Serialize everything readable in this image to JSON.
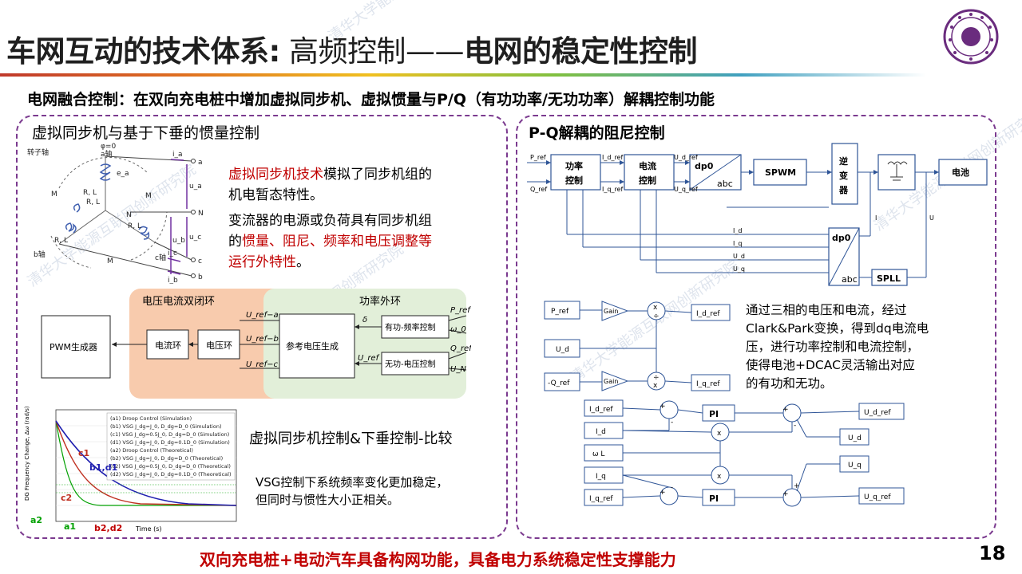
{
  "header": {
    "title_bold_1": "车网互动的技术体系:",
    "title_thin": " 高频控制——",
    "title_bold_2": "电网的稳定性控制",
    "subtitle": "电网融合控制：在双向充电桩中增加虚拟同步机、虚拟惯量与P/Q（有功功率/无功功率）解耦控制功能"
  },
  "left_panel": {
    "title": "虚拟同步机与基于下垂的惯量控制",
    "text1_red": "虚拟同步机技术",
    "text1_rest": "模拟了同步机组的",
    "text1_line2": "机电暂态特性。",
    "text2_line1": "变流器的电源或负荷具有同步机组",
    "text2_prefix": "的",
    "text2_red_line2": "惯量、阻尼、频率和电压调整等",
    "text2_red_line3": "运行外特性",
    "text2_end": "。",
    "compare_title": "虚拟同步机控制&下垂控制-比较",
    "vsg_note_1": "VSG控制下系统频率变化更加稳定，",
    "vsg_note_2": "但同时与惯性大小正相关。",
    "machine": {
      "phi": "φ=0",
      "a_axis": "a轴",
      "rotor_axis": "转子轴",
      "b_axis": "b轴",
      "c_axis": "c轴",
      "M": "M",
      "RL": "R, L",
      "N": "N",
      "ea": "e_a",
      "ia": "i_a",
      "ib": "i_b",
      "ic": "i_c",
      "ua": "u_a",
      "ub": "u_b",
      "uc": "u_c",
      "node_a": "a",
      "node_N": "N",
      "node_c": "c",
      "node_b": "b"
    },
    "block": {
      "group_left": "电压电流双闭环",
      "group_right": "功率外环",
      "pwm": "PWM生成器",
      "current_loop": "电流环",
      "voltage_loop": "电压环",
      "ref_voltage": "参考电压生成",
      "pf_ctrl": "有功-频率控制",
      "qv_ctrl": "无功-电压控制",
      "uref_a": "U_ref−a",
      "uref_b": "U_ref−b",
      "uref_c": "U_ref−c",
      "delta": "δ",
      "uref": "U_ref",
      "pref": "P_ref",
      "omega0": "ω_0",
      "qref": "Q_ref",
      "un": "U_N"
    },
    "chart_labels": {
      "c1": "c1",
      "b1d1": "b1,d1",
      "c2": "c2",
      "a1": "a1",
      "a2": "a2",
      "b2d2": "b2,d2",
      "ylabel": "DG Frequency Change, Δω (rad/s)",
      "xlabel": "Time (s)",
      "legend": [
        "(a1) Droop Control (Simulation)",
        "(b1) VSG J_dg=J_0, D_dg=D_0 (Simulation)",
        "(c1) VSG J_dg=0.5J_0, D_dg=D_0 (Simulation)",
        "(d1) VSG J_dg=J_0, D_dg=0.1D_0 (Simulation)",
        "(a2) Droop Control (Theoretical)",
        "(b2) VSG J_dg=J_0, D_dg=D_0 (Theoretical)",
        "(c2) VSG J_dg=0.5J_0, D_dg=D_0 (Theoretical)",
        "(d2) VSG J_dg=J_0, D_dg=0.1D_0 (Theoretical)"
      ]
    }
  },
  "right_panel": {
    "title": "P-Q解耦的阻尼控制",
    "desc_1": "通过三相的电压和电流，经过",
    "desc_2": "Clark&Park变换，得到dq电流电",
    "desc_3": "压，进行功率控制和电流控制，",
    "desc_4": "使得电池+DCAC灵活输出对应",
    "desc_5": "的有功和无功。",
    "top": {
      "pref": "P_ref",
      "qref": "Q_ref",
      "power_ctrl_1": "功率",
      "power_ctrl_2": "控制",
      "idref": "I_d_ref",
      "iqref": "I_q_ref",
      "curr_ctrl_1": "电流",
      "curr_ctrl_2": "控制",
      "udref": "U_d_ref",
      "uqref": "U_q_ref",
      "dp0": "dp0",
      "abc": "abc",
      "spwm": "SPWM",
      "inv_1": "逆",
      "inv_2": "变",
      "inv_3": "器",
      "battery": "电池",
      "I": "I",
      "U": "U",
      "id": "I_d",
      "iq": "I_q",
      "ud": "U_d",
      "uq": "U_q",
      "spll": "SPLL"
    },
    "bottom": {
      "pref": "P_ref",
      "gain": "Gain",
      "x": "x",
      "div": "÷",
      "idref": "I_d_ref",
      "ud": "U_d",
      "neg_qref": "-Q_ref",
      "iqref": "I_q_ref",
      "id_ref_in": "I_d_ref",
      "id_in": "I_d",
      "omega_l": "ω L",
      "iq_in": "I_q",
      "iq_ref_in": "I_q_ref",
      "pi": "PI",
      "ud_out": "U_d",
      "uq_out": "U_q",
      "udref_out": "U_d_ref",
      "uqref_out": "U_q_ref",
      "plus": "+",
      "minus": "-"
    }
  },
  "footer": "双向充电桩+电动汽车具备构网功能，具备电力系统稳定性支撑能力",
  "page_number": "18",
  "watermark": "清华大学能源互联网创新研究院",
  "colors": {
    "accent_red": "#c00000",
    "panel_border": "#7b3a8f",
    "block_blue": "#2f5597",
    "group_orange": "#f8cbad",
    "group_green": "#e2efd9"
  }
}
